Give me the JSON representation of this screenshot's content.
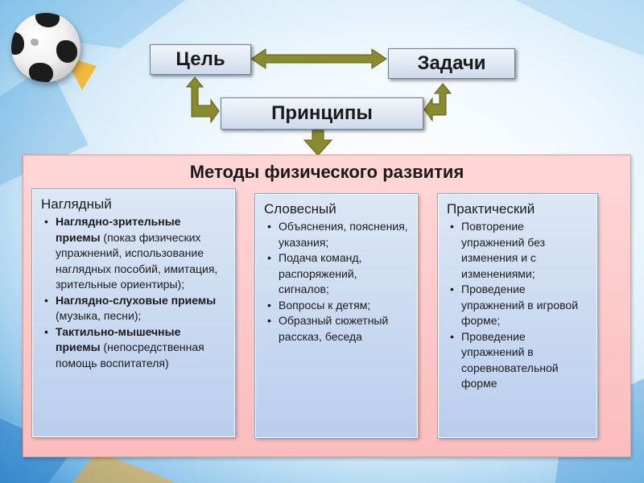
{
  "diagram": {
    "top_boxes": {
      "goal": "Цель",
      "tasks": "Задачи",
      "principles": "Принципы"
    },
    "methods_title": "Методы физического развития",
    "columns": [
      {
        "title": "Наглядный",
        "items": [
          {
            "bold": "Наглядно-зрительные приемы",
            "rest": " (показ физических упражнений, использование наглядных пособий, имитация, зрительные ориентиры);"
          },
          {
            "bold": "Наглядно-слуховые приемы",
            "rest": " (музыка, песни);"
          },
          {
            "bold": "Тактильно-мышечные приемы",
            "rest": " (непосредственная помощь воспитателя)"
          }
        ]
      },
      {
        "title": "Словесный",
        "items": [
          {
            "bold": "",
            "rest": "Объяснения, пояснения, указания;"
          },
          {
            "bold": "",
            "rest": "Подача команд, распоряжений, сигналов;"
          },
          {
            "bold": "",
            "rest": "Вопросы к детям;"
          },
          {
            "bold": "",
            "rest": "Образный сюжетный рассказ, беседа"
          }
        ]
      },
      {
        "title": "Практический",
        "items": [
          {
            "bold": "",
            "rest": "Повторение упражнений без изменения и с изменениями;"
          },
          {
            "bold": "",
            "rest": "Проведение упражнений в игровой форме;"
          },
          {
            "bold": "",
            "rest": "Проведение упражнений в соревновательной форме"
          }
        ]
      }
    ]
  },
  "colors": {
    "arrow_fill": "#8a8a2e",
    "arrow_stroke": "#5e5e1a",
    "panel": "#fbc4c4",
    "card": "#c9d9f0"
  },
  "icons": {
    "decoration": "soccer-ball-icon"
  }
}
